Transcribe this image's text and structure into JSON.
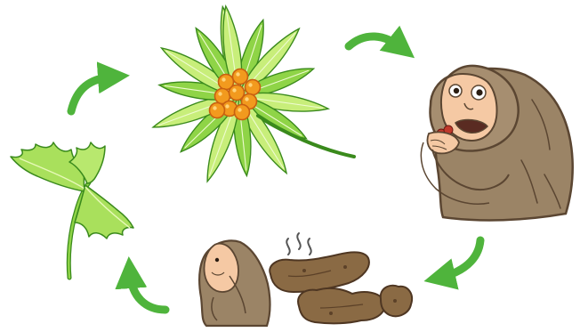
{
  "diagram": {
    "type": "cycle",
    "stages": [
      {
        "id": "seedling",
        "icon": "seedling-icon"
      },
      {
        "id": "fruiting-plant",
        "icon": "berry-plant-icon"
      },
      {
        "id": "monkey-eating",
        "icon": "monkey-eating-icon"
      },
      {
        "id": "monkey-droppings",
        "icon": "droppings-icon"
      }
    ],
    "arrow_order": [
      "seedling",
      "fruiting-plant",
      "monkey-eating",
      "monkey-droppings",
      "seedling"
    ]
  },
  "colors": {
    "arrow": "#4fb43c",
    "leaf_light": "#c8ee7a",
    "leaf_mid": "#8fd447",
    "leaf_dark": "#3a8a1c",
    "berry": "#f29a1e",
    "berry_dark": "#c85f10",
    "monkey_fur": "#9b8466",
    "monkey_fur_dark": "#5b4632",
    "monkey_face": "#f5c9a4",
    "dung": "#8a6a44",
    "dung_dark": "#4e3622"
  }
}
